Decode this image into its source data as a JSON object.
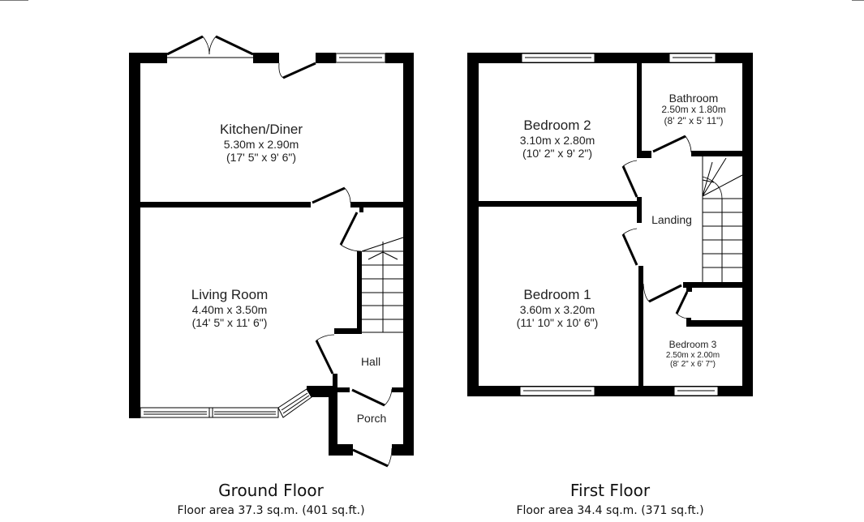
{
  "ground_floor": {
    "title": "Ground Floor",
    "area": "Floor area 37.3 sq.m. (401 sq.ft.)",
    "rooms": [
      {
        "name": "Kitchen/Diner",
        "metric": "5.30m x 2.90m",
        "imperial": "(17' 5\" x 9' 6\")"
      },
      {
        "name": "Living Room",
        "metric": "4.40m x 3.50m",
        "imperial": "(14' 5\" x 11' 6\")"
      },
      {
        "name": "Hall"
      },
      {
        "name": "Porch"
      }
    ]
  },
  "first_floor": {
    "title": "First Floor",
    "area": "Floor area 34.4 sq.m. (371 sq.ft.)",
    "rooms": [
      {
        "name": "Bedroom 2",
        "metric": "3.10m x 2.80m",
        "imperial": "(10' 2\" x 9' 2\")"
      },
      {
        "name": "Bathroom",
        "metric": "2.50m x 1.80m",
        "imperial": "(8' 2\" x 5' 11\")"
      },
      {
        "name": "Landing"
      },
      {
        "name": "Bedroom 1",
        "metric": "3.60m x 3.20m",
        "imperial": "(11' 10\" x 10' 6\")"
      },
      {
        "name": "Bedroom 3",
        "metric": "2.50m x 2.00m",
        "imperial": "(8' 2\" x 6' 7\")"
      }
    ]
  },
  "colors": {
    "wall": "#000000",
    "background": "#ffffff",
    "text": "#222222"
  }
}
